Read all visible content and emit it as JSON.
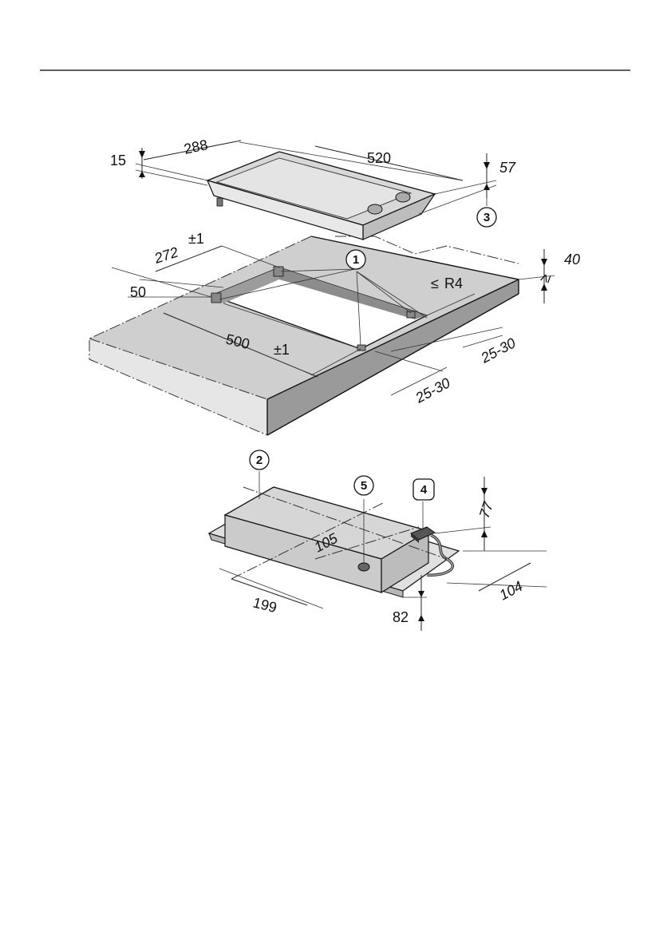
{
  "header": {
    "rule_color": "#000000"
  },
  "colors": {
    "worktop": "#cfcfcf",
    "worktop_edge": "#9a9a9a",
    "appliance_top": "#d8d8d8",
    "appliance_glass": "#e4e4e4",
    "appliance_side": "#bdbdbd"
  },
  "top_unit": {
    "dim_depth": "288",
    "dim_width": "520",
    "dim_rim": "15",
    "dim_height": "57",
    "callout": "3"
  },
  "cutout": {
    "dim_depth": "272",
    "dim_depth_tol": "±1",
    "dim_front_gap": "50",
    "dim_width": "500",
    "dim_width_tol": "±1",
    "dim_radius_sym": "≤",
    "dim_radius": "R4",
    "dim_thickness_sym": "≥",
    "dim_thickness": "40",
    "dim_side_gap_a": "25-30",
    "dim_side_gap_b": "25-30",
    "callout": "1"
  },
  "underside": {
    "dim_105": "105",
    "dim_199": "199",
    "dim_77": "77",
    "dim_104": "104",
    "dim_82": "82",
    "callout_a": "2",
    "callout_b": "4",
    "callout_c": "5"
  }
}
